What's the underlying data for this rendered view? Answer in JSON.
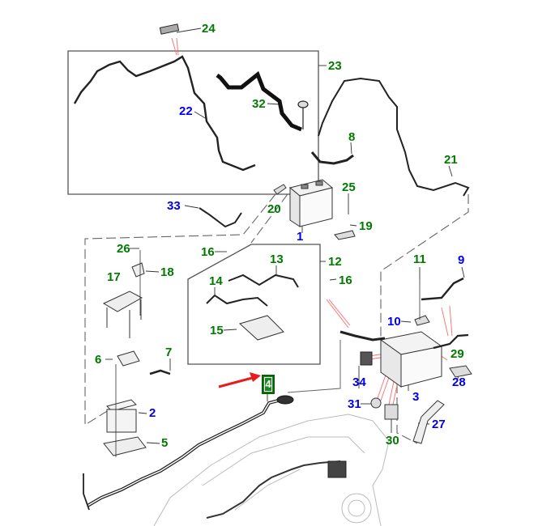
{
  "diagram": {
    "label_colors": {
      "supplied_part": "#0000ee",
      "component_part": "#007a00",
      "highlight_box": "#1a8a1a",
      "leader_highlight": "#ff6b6b",
      "arrow": "#e81c1c"
    },
    "callouts": [
      {
        "text": "1",
        "color": "blue"
      },
      {
        "text": "2",
        "color": "blue"
      },
      {
        "text": "3",
        "color": "blue"
      },
      {
        "text": "4",
        "color": "boxed"
      },
      {
        "text": "5",
        "color": "green"
      },
      {
        "text": "6",
        "color": "green"
      },
      {
        "text": "7",
        "color": "green"
      },
      {
        "text": "8",
        "color": "green"
      },
      {
        "text": "9",
        "color": "blue"
      },
      {
        "text": "10",
        "color": "blue"
      },
      {
        "text": "11",
        "color": "green"
      },
      {
        "text": "12",
        "color": "green"
      },
      {
        "text": "13",
        "color": "green"
      },
      {
        "text": "14",
        "color": "green"
      },
      {
        "text": "15",
        "color": "green"
      },
      {
        "text": "16",
        "color": "green"
      },
      {
        "text": "16",
        "color": "green"
      },
      {
        "text": "17",
        "color": "green"
      },
      {
        "text": "18",
        "color": "green"
      },
      {
        "text": "19",
        "color": "green"
      },
      {
        "text": "20",
        "color": "green"
      },
      {
        "text": "21",
        "color": "green"
      },
      {
        "text": "22",
        "color": "blue"
      },
      {
        "text": "23",
        "color": "green"
      },
      {
        "text": "24",
        "color": "green"
      },
      {
        "text": "25",
        "color": "green"
      },
      {
        "text": "26",
        "color": "green"
      },
      {
        "text": "27",
        "color": "blue"
      },
      {
        "text": "28",
        "color": "blue"
      },
      {
        "text": "29",
        "color": "green"
      },
      {
        "text": "30",
        "color": "green"
      },
      {
        "text": "31",
        "color": "blue"
      },
      {
        "text": "32",
        "color": "green"
      },
      {
        "text": "33",
        "color": "blue"
      },
      {
        "text": "34",
        "color": "blue"
      }
    ]
  }
}
